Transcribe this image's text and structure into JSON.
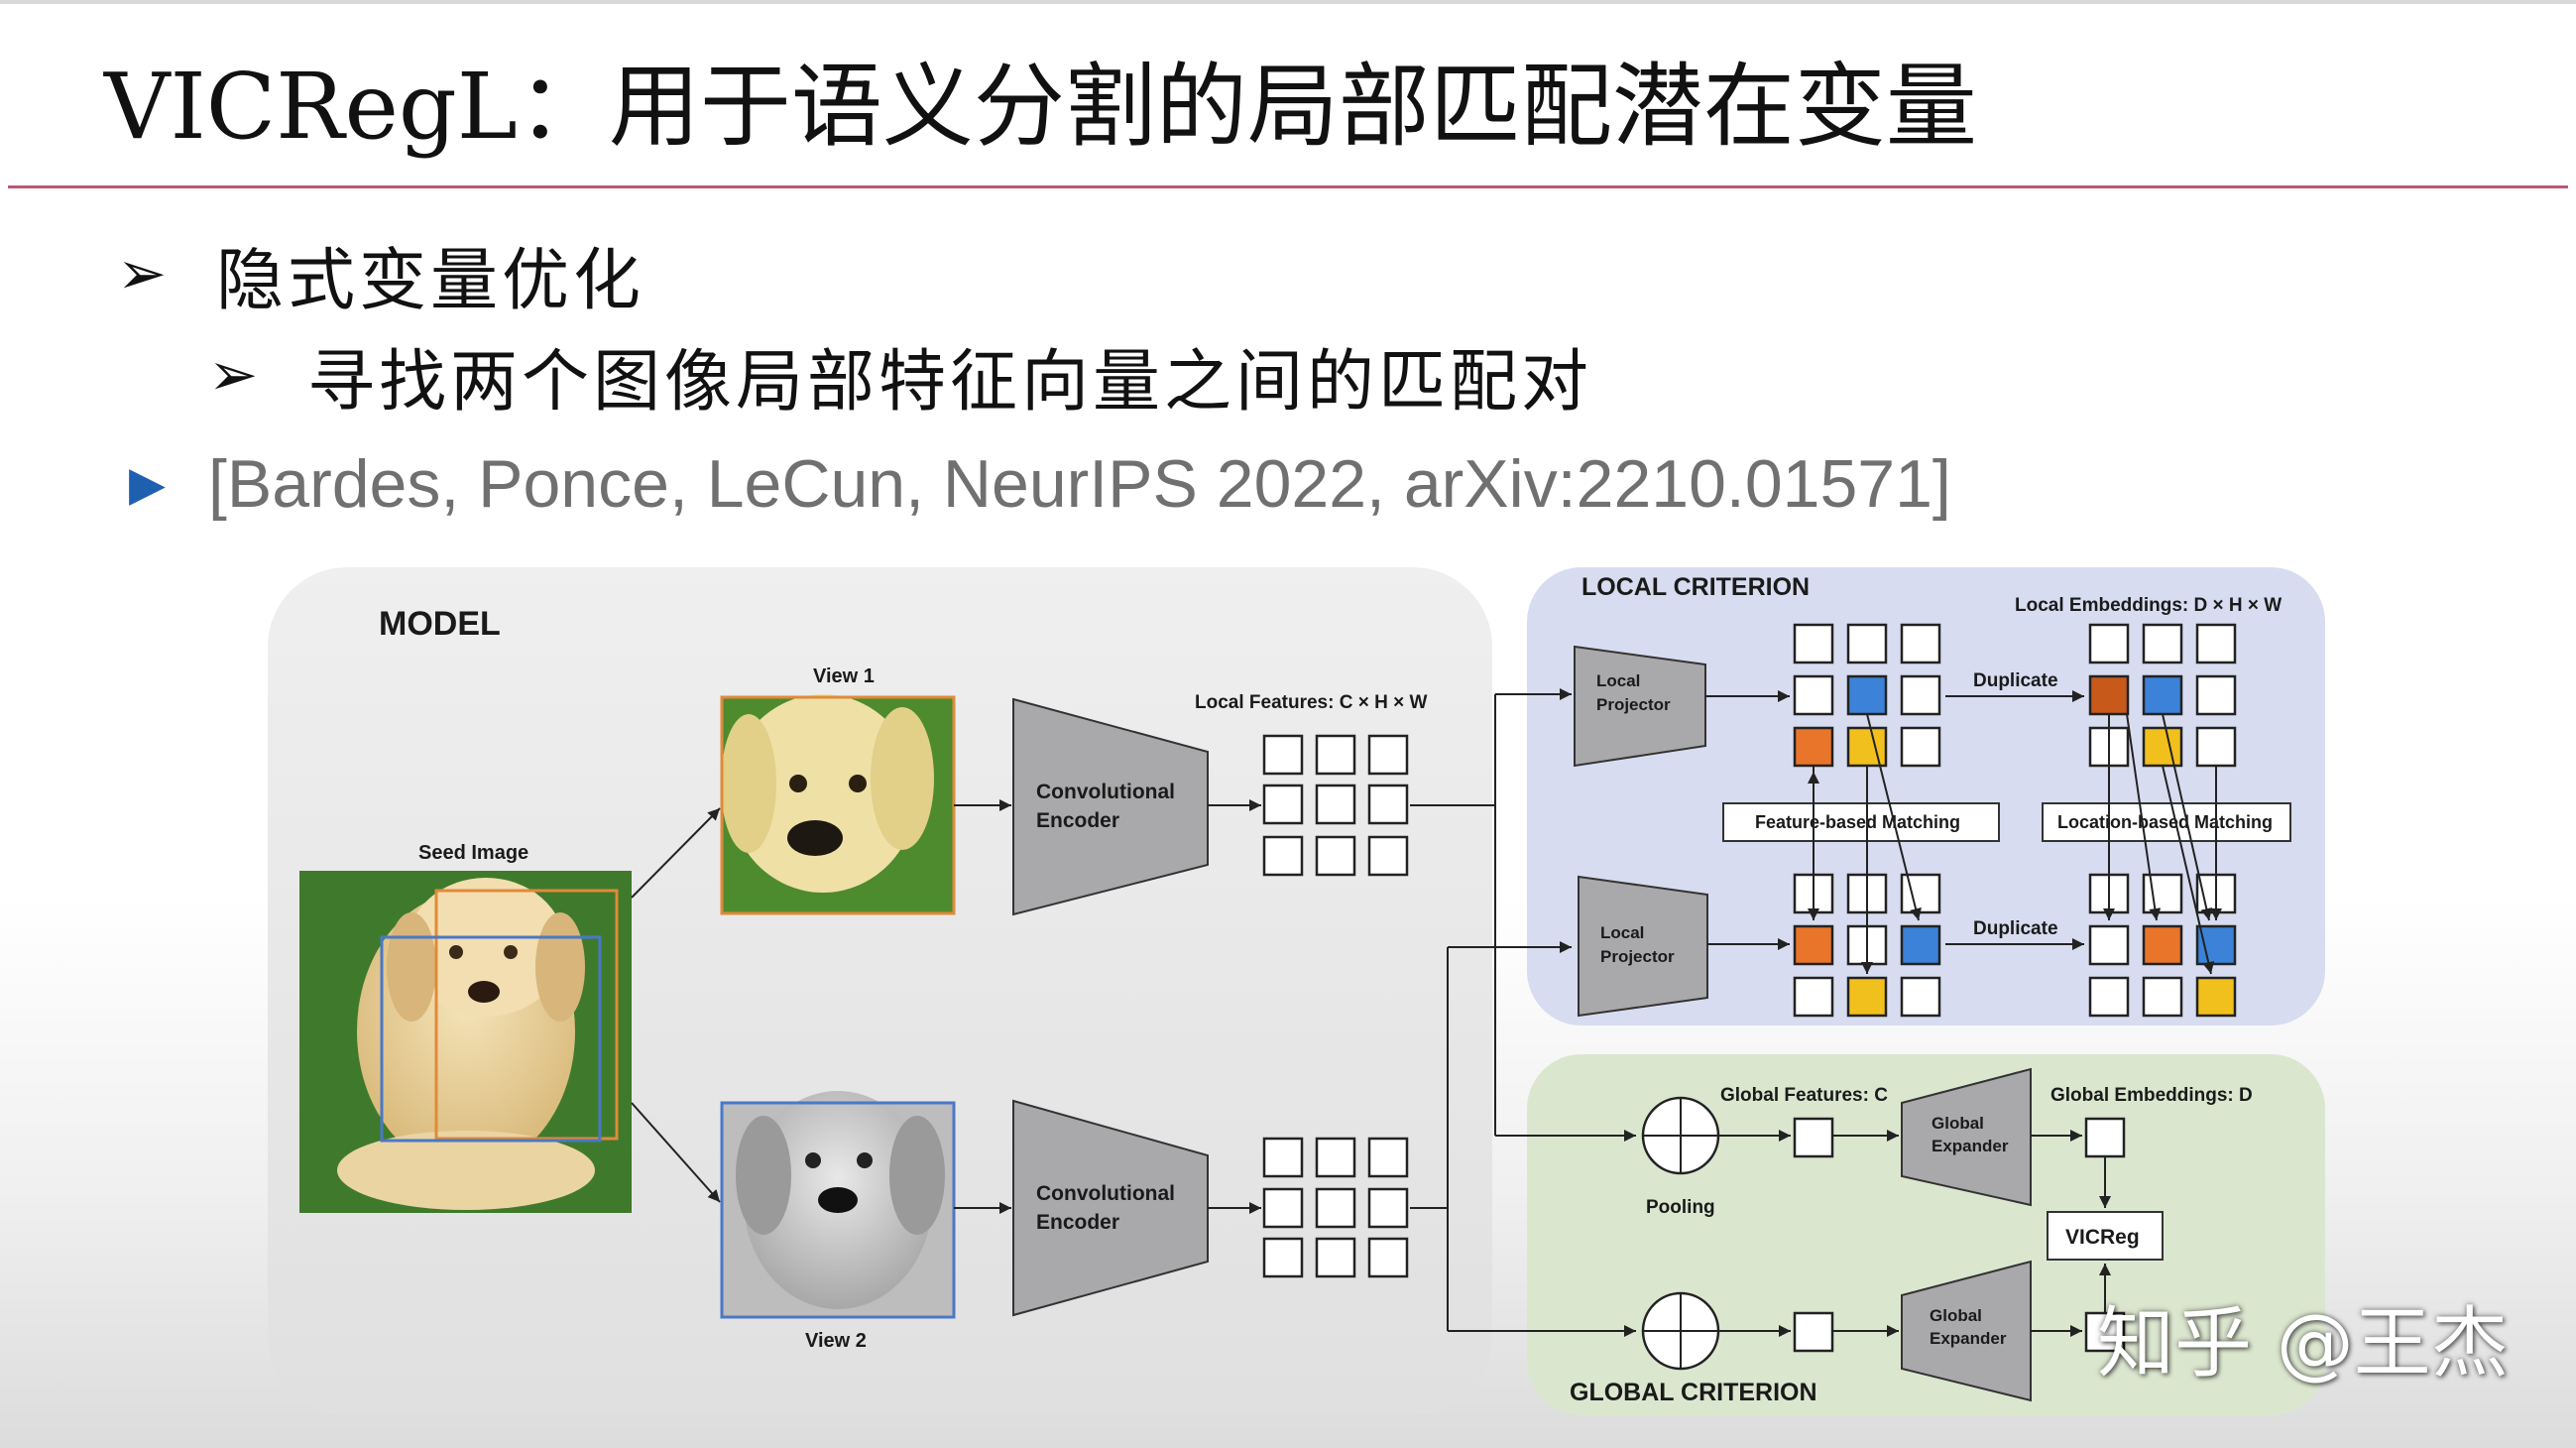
{
  "slide": {
    "title": "VICRegL：用于语义分割的局部匹配潜在变量",
    "bullets": [
      {
        "marker": "➢",
        "text": "隐式变量优化"
      },
      {
        "marker": "➢",
        "text": "寻找两个图像局部特征向量之间的匹配对"
      }
    ],
    "reference": {
      "marker": "▶",
      "text": "[Bardes, Ponce, LeCun, NeurIPS 2022, arXiv:2210.01571]"
    }
  },
  "diagram": {
    "model_label": "MODEL",
    "seed_image_label": "Seed Image",
    "view1_label": "View 1",
    "view2_label": "View 2",
    "encoder_top_label": [
      "Convolutional",
      "Encoder"
    ],
    "encoder_bottom_label": [
      "Convolutional",
      "Encoder"
    ],
    "local_features_label": "Local Features: C × H × W",
    "local_criterion_label": "LOCAL CRITERION",
    "local_embeddings_label": "Local Embeddings: D × H × W",
    "local_projector_top": [
      "Local",
      "Projector"
    ],
    "local_projector_bottom": [
      "Local",
      "Projector"
    ],
    "duplicate_top": "Duplicate",
    "duplicate_bottom": "Duplicate",
    "feature_matching_label": "Feature-based Matching",
    "location_matching_label": "Location-based Matching",
    "global_criterion_label": "GLOBAL CRITERION",
    "global_features_label": "Global Features: C",
    "global_embeddings_label": "Global Embeddings: D",
    "pooling_label": "Pooling",
    "global_expander_top": [
      "Global",
      "Expander"
    ],
    "global_expander_bottom": [
      "Global",
      "Expander"
    ],
    "vicreg_label": "VICReg",
    "colors": {
      "orange": "#e8752a",
      "blue": "#3b82d8",
      "yellow": "#f2c01d",
      "dark_orange": "#c75a1a",
      "local_panel": "#d8dcf0",
      "global_panel": "#dbe6cf",
      "model_panel": "#ececec"
    }
  },
  "watermark": "知乎 @王杰"
}
